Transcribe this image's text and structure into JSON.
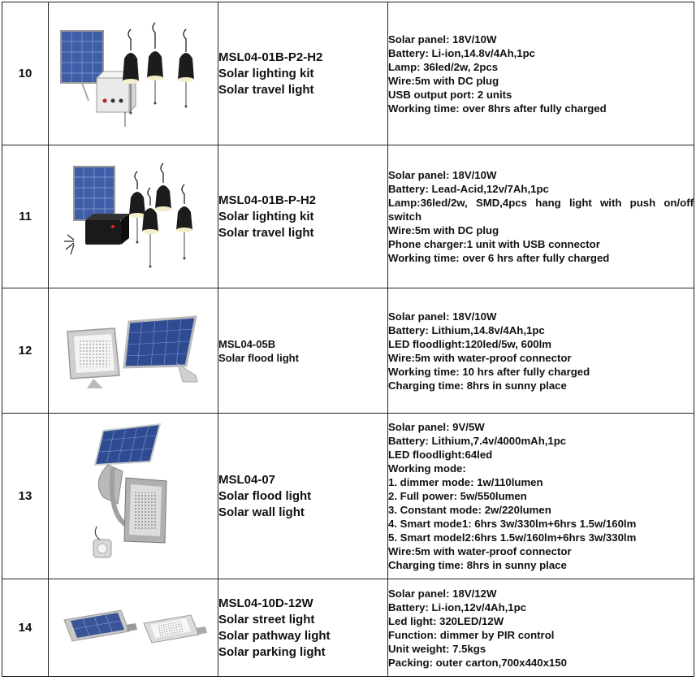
{
  "rows": [
    {
      "no": "10",
      "image_icon": "solar-lighting-kit-image",
      "name": [
        "MSL04-01B-P2-H2",
        "Solar lighting kit",
        "Solar travel light"
      ],
      "specs": [
        "Solar panel: 18V/10W",
        "Battery: Li-ion,14.8v/4Ah,1pc",
        "Lamp: 36led/2w, 2pcs",
        "Wire:5m with DC plug",
        "USB output port: 2 units",
        "Working time: over 8hrs after fully charged"
      ]
    },
    {
      "no": "11",
      "image_icon": "solar-lighting-kit-image",
      "name": [
        "MSL04-01B-P-H2",
        "Solar lighting kit",
        "Solar travel light"
      ],
      "specs": [
        "Solar panel: 18V/10W",
        "Battery: Lead-Acid,12v/7Ah,1pc",
        "Lamp:36led/2w, SMD,4pcs hang light with push on/off switch",
        "Wire:5m with DC plug",
        "Phone charger:1 unit with USB connector",
        "Working time: over 6 hrs after fully charged"
      ]
    },
    {
      "no": "12",
      "image_icon": "solar-flood-light-image",
      "name": [
        "MSL04-05B",
        "Solar flood light"
      ],
      "specs": [
        "Solar panel: 18V/10W",
        "Battery: Lithium,14.8v/4Ah,1pc",
        "LED floodlight:120led/5w, 600lm",
        "Wire:5m with water-proof connector",
        "Working time: 10 hrs after fully charged",
        "Charging time: 8hrs in sunny place"
      ]
    },
    {
      "no": "13",
      "image_icon": "solar-wall-light-image",
      "name": [
        "MSL04-07",
        "Solar flood light",
        "Solar wall light"
      ],
      "specs": [
        "Solar panel: 9V/5W",
        "Battery: Lithium,7.4v/4000mAh,1pc",
        "LED floodlight:64led",
        "Working mode:",
        "1.  dimmer mode: 1w/110lumen",
        "2.  Full power: 5w/550lumen",
        "3.  Constant mode: 2w/220lumen",
        "4.  Smart mode1: 6hrs 3w/330lm+6hrs 1.5w/160lm",
        "5.  Smart model2:6hrs 1.5w/160lm+6hrs 3w/330lm",
        "Wire:5m with water-proof connector",
        "Charging time: 8hrs in sunny place"
      ]
    },
    {
      "no": "14",
      "image_icon": "solar-street-light-image",
      "name": [
        "MSL04-10D-12W",
        "Solar street light",
        "Solar pathway light",
        "Solar parking light"
      ],
      "specs": [
        "Solar panel: 18V/12W",
        "Battery: Li-ion,12v/4Ah,1pc",
        "Led light: 320LED/12W",
        "Function: dimmer by PIR control",
        "Unit weight: 7.5kgs",
        "Packing: outer carton,700x440x150"
      ]
    }
  ]
}
